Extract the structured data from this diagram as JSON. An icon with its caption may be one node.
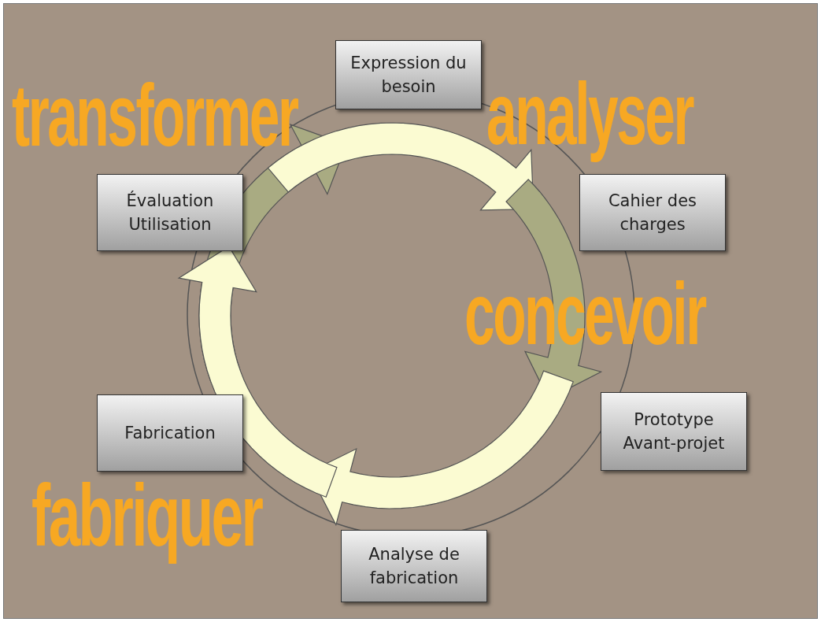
{
  "diagram": {
    "nodes": [
      {
        "text": [
          "Expression du besoin"
        ]
      },
      {
        "text": [
          "Évaluation Utilisation"
        ]
      },
      {
        "text": [
          "Cahier des charges"
        ]
      },
      {
        "text": [
          "Fabrication"
        ]
      },
      {
        "text": [
          "Prototype Avant-projet"
        ]
      },
      {
        "text": [
          "Analyse de fabrication"
        ]
      }
    ],
    "labels": [
      "transformer",
      "analyser",
      "concevoir",
      "fabriquer"
    ]
  }
}
